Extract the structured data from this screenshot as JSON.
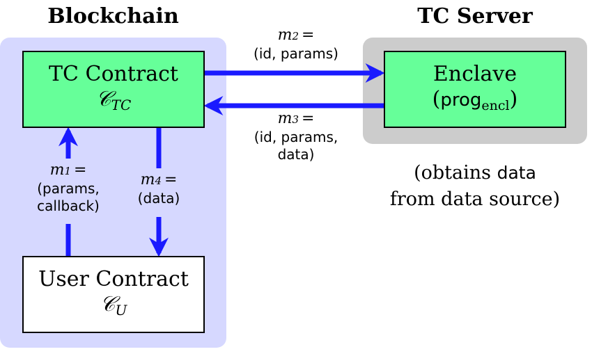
{
  "regions": {
    "blockchain": {
      "title": "Blockchain",
      "fill": "#d6d8ff"
    },
    "tc_server": {
      "title": "TC Server",
      "fill": "#cccccc"
    }
  },
  "nodes": {
    "tc_contract": {
      "title": "TC Contract",
      "symbol": "𝒞",
      "symbol_sub": "TC",
      "fill": "#66ff99"
    },
    "enclave": {
      "title": "Enclave",
      "prog": "prog",
      "prog_sub": "encl",
      "fill": "#66ff99"
    },
    "user_contract": {
      "title": "User Contract",
      "symbol": "𝒞",
      "symbol_sub": "U",
      "fill": "#ffffff"
    }
  },
  "messages": {
    "m1": {
      "var": "m",
      "sub": "1",
      "eq": "=",
      "lines": [
        "(params,",
        "callback)"
      ]
    },
    "m2": {
      "var": "m",
      "sub": "2",
      "eq": "=",
      "lines": [
        "(id, params)"
      ]
    },
    "m3": {
      "var": "m",
      "sub": "3",
      "eq": "=",
      "lines": [
        "(id, params,",
        "data)"
      ]
    },
    "m4": {
      "var": "m",
      "sub": "4",
      "eq": "=",
      "lines": [
        "(data)"
      ]
    }
  },
  "note": {
    "line1_pre": "(obtains",
    "line1_term": "data",
    "line2": "from data source)"
  },
  "colors": {
    "arrow": "#1a1aff"
  }
}
